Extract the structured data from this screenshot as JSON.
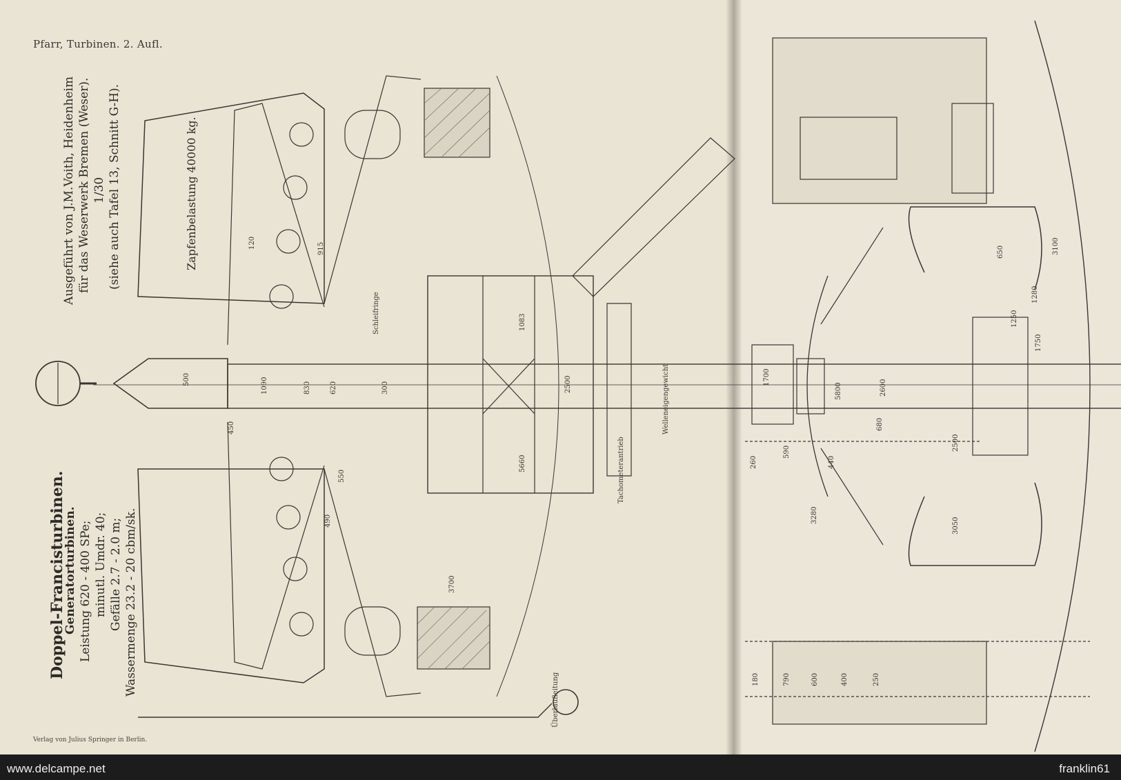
{
  "book_header": "Pfarr, Turbinen. 2. Aufl.",
  "publisher_line": "Verlag von Julius Springer in Berlin.",
  "title": {
    "main": "Doppel-Francisturbinen.",
    "sub": "Generatorturbinen.",
    "specs": [
      "Leistung 620 - 400 SPe;",
      "minutl. Umdr. 40;",
      "Gefälle 2.7 - 2.0 m;",
      "Wassermenge 23.2 - 20 cbm/sk."
    ]
  },
  "builder": {
    "lines": [
      "Ausgeführt von J.M.Voith, Heidenheim",
      "für das Weserwerk Bremen (Weser).",
      "1/30",
      "(siehe auch Tafel 13, Schnitt G-H)."
    ]
  },
  "load": "Zapfenbelastung 40000 kg.",
  "dimensions": [
    "120",
    "915",
    "1090",
    "830",
    "620",
    "500",
    "450",
    "550",
    "300",
    "1700",
    "5660",
    "2500",
    "1083",
    "3700",
    "5800",
    "2600",
    "3280",
    "680",
    "590",
    "440",
    "260",
    "180",
    "790",
    "600",
    "400",
    "250",
    "650",
    "1250",
    "1750",
    "1280",
    "3100",
    "2500",
    "3050",
    "490"
  ],
  "labels": {
    "shaft_weight": "Welleneigengewicht",
    "tachometer": "Tachometerantrieb",
    "bracket": "Schleifringe",
    "overflow": "Überlaufleitung"
  },
  "watermark": {
    "left": "www.delcampe.net",
    "right": "franklin61"
  }
}
